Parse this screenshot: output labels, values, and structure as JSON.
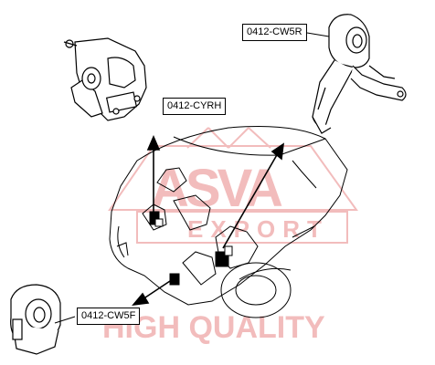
{
  "watermark": {
    "logo_letters": "ASVA",
    "logo_sub": "EXPORT",
    "slogan": "HIGH QUALITY",
    "color": "#f2bcbc"
  },
  "labels": {
    "rear_mount": "0412-CW5R",
    "right_mount": "0412-CYRH",
    "front_mount": "0412-CW5F"
  },
  "icons": [
    "rear-engine-mount-icon",
    "right-engine-mount-icon",
    "front-engine-mount-icon",
    "engine-bay-icon",
    "arrow-icon"
  ]
}
